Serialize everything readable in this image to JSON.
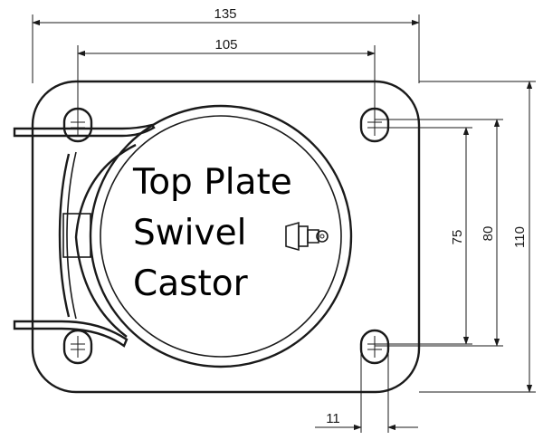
{
  "title_lines": [
    "Top Plate",
    "Swivel",
    "Castor"
  ],
  "dimensions": {
    "overall_width": "135",
    "hole_spacing_width": "105",
    "overall_height": "110",
    "hole_spacing_outer": "80",
    "hole_spacing_inner": "75",
    "slot_width": "11"
  },
  "colors": {
    "line": "#1a1a1a",
    "background": "#ffffff"
  }
}
